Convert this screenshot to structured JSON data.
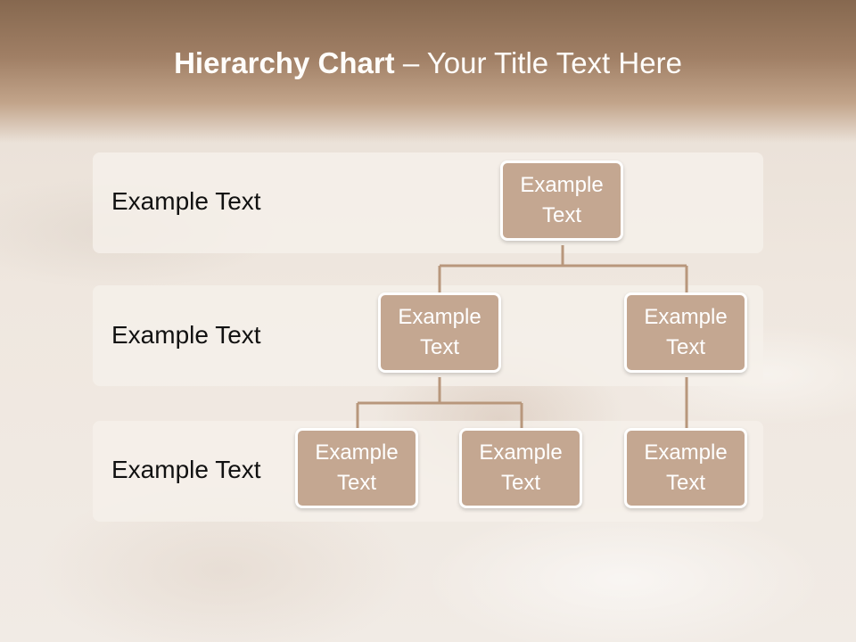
{
  "slide": {
    "title_bold": "Hierarchy Chart",
    "title_rest": " – Your Title Text Here"
  },
  "levels": [
    {
      "label": "Example Text"
    },
    {
      "label": "Example Text"
    },
    {
      "label": "Example Text"
    }
  ],
  "nodes": {
    "root": "Example Text",
    "mid_left": "Example Text",
    "mid_right": "Example Text",
    "leaf_1": "Example Text",
    "leaf_2": "Example Text",
    "leaf_3": "Example Text"
  },
  "colors": {
    "node_fill": "#c4a791",
    "node_border": "#ffffff",
    "connector": "#b8977c",
    "header": "#86684f"
  }
}
